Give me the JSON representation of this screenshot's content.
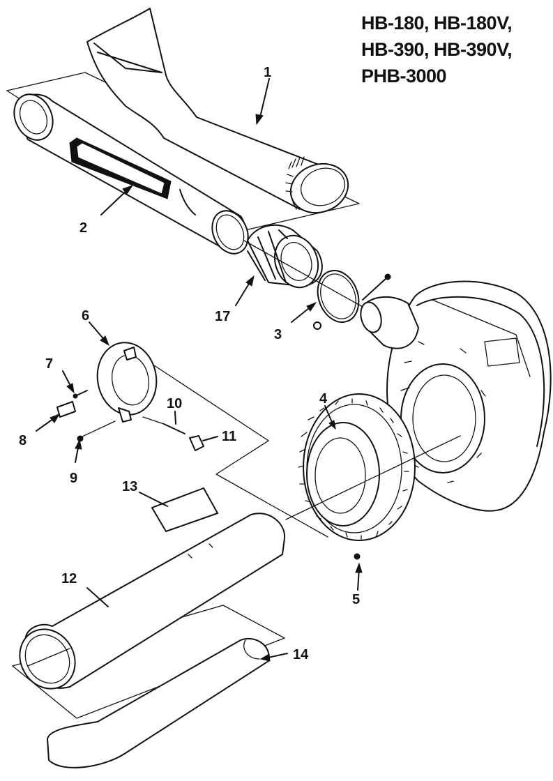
{
  "title_lines": [
    "HB-180, HB-180V,",
    "HB-390, HB-390V,",
    "PHB-3000"
  ],
  "callouts": {
    "c1": "1",
    "c2": "2",
    "c3": "3",
    "c4": "4",
    "c5": "5",
    "c6": "6",
    "c7": "7",
    "c8": "8",
    "c9": "9",
    "c10": "10",
    "c11": "11",
    "c12": "12",
    "c13": "13",
    "c14": "14",
    "c17": "17"
  }
}
